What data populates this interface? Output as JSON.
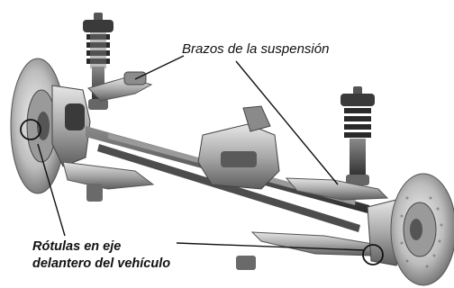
{
  "callouts": {
    "arms_label": "Brazos de la suspensión",
    "joints_label_line1": "Rótulas en eje",
    "joints_label_line2": "delantero del vehículo"
  }
}
